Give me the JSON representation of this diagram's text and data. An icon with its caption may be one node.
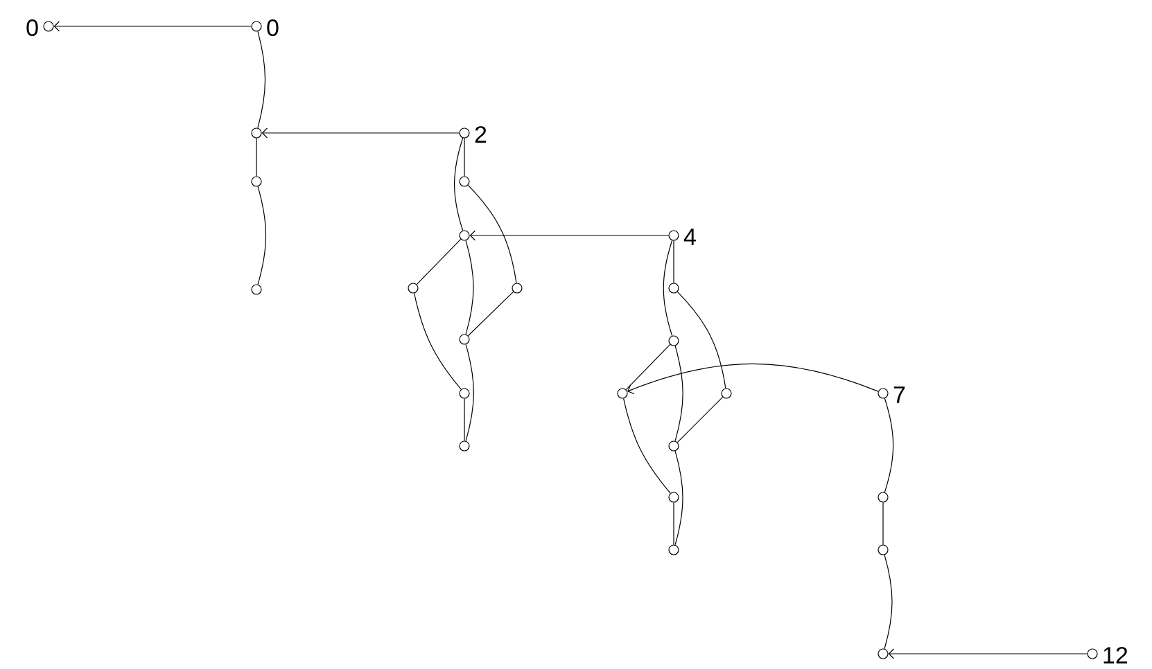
{
  "diagram": {
    "nodes": [
      {
        "text": [],
        "shape": "circle",
        "beside": [
          "0"
        ]
      },
      {
        "text": [],
        "shape": "circle",
        "beside": [
          "0"
        ]
      },
      {
        "text": [],
        "shape": "circle"
      },
      {
        "text": [],
        "shape": "circle"
      },
      {
        "text": [],
        "shape": "circle"
      },
      {
        "text": [],
        "shape": "circle",
        "beside": [
          "2"
        ]
      },
      {
        "text": [],
        "shape": "circle"
      },
      {
        "text": [],
        "shape": "circle"
      },
      {
        "text": [],
        "shape": "circle"
      },
      {
        "text": [],
        "shape": "circle"
      },
      {
        "text": [],
        "shape": "circle"
      },
      {
        "text": [],
        "shape": "circle"
      },
      {
        "text": [],
        "shape": "circle"
      },
      {
        "text": [],
        "shape": "circle",
        "beside": [
          "4"
        ]
      },
      {
        "text": [],
        "shape": "circle"
      },
      {
        "text": [],
        "shape": "circle"
      },
      {
        "text": [],
        "shape": "circle"
      },
      {
        "text": [],
        "shape": "circle"
      },
      {
        "text": [],
        "shape": "circle"
      },
      {
        "text": [],
        "shape": "circle"
      },
      {
        "text": [],
        "shape": "circle"
      },
      {
        "text": [],
        "shape": "circle",
        "beside": [
          "7"
        ]
      },
      {
        "text": [],
        "shape": "circle"
      },
      {
        "text": [],
        "shape": "circle"
      },
      {
        "text": [],
        "shape": "circle"
      },
      {
        "text": [],
        "shape": "circle",
        "beside": [
          "12"
        ]
      }
    ],
    "edges": [
      {
        "from": 1,
        "to": 0,
        "arrow": "to"
      },
      {
        "from": 1,
        "to": 2,
        "arrow": "none"
      },
      {
        "from": 5,
        "to": 2,
        "arrow": "to"
      },
      {
        "from": 2,
        "to": 3,
        "arrow": "none"
      },
      {
        "from": 3,
        "to": 4,
        "arrow": "none"
      },
      {
        "from": 5,
        "to": 6,
        "arrow": "none"
      },
      {
        "from": 5,
        "to": 7,
        "arrow": "none"
      },
      {
        "from": 6,
        "to": 9,
        "arrow": "none"
      },
      {
        "from": 13,
        "to": 7,
        "arrow": "to"
      },
      {
        "from": 7,
        "to": 8,
        "arrow": "none"
      },
      {
        "from": 7,
        "to": 10,
        "arrow": "none"
      },
      {
        "from": 9,
        "to": 10,
        "arrow": "none"
      },
      {
        "from": 8,
        "to": 11,
        "arrow": "none"
      },
      {
        "from": 10,
        "to": 12,
        "arrow": "none"
      },
      {
        "from": 11,
        "to": 12,
        "arrow": "none"
      },
      {
        "from": 13,
        "to": 14,
        "arrow": "none"
      },
      {
        "from": 13,
        "to": 15,
        "arrow": "none"
      },
      {
        "from": 14,
        "to": 17,
        "arrow": "none"
      },
      {
        "from": 21,
        "to": 16,
        "arrow": "to"
      },
      {
        "from": 15,
        "to": 16,
        "arrow": "none"
      },
      {
        "from": 15,
        "to": 18,
        "arrow": "none"
      },
      {
        "from": 17,
        "to": 18,
        "arrow": "none"
      },
      {
        "from": 16,
        "to": 19,
        "arrow": "none"
      },
      {
        "from": 18,
        "to": 20,
        "arrow": "none"
      },
      {
        "from": 19,
        "to": 20,
        "arrow": "none"
      },
      {
        "from": 21,
        "to": 22,
        "arrow": "none"
      },
      {
        "from": 22,
        "to": 23,
        "arrow": "none"
      },
      {
        "from": 23,
        "to": 24,
        "arrow": "none"
      },
      {
        "from": 25,
        "to": 24,
        "arrow": "to"
      }
    ]
  }
}
